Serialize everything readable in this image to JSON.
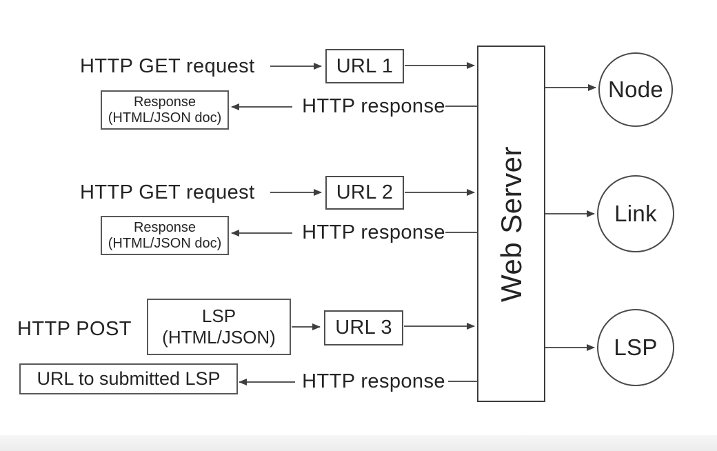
{
  "diagram": {
    "row1": {
      "request": "HTTP GET request",
      "url": "URL 1",
      "response": "HTTP response",
      "response_box": {
        "line1": "Response",
        "line2": "(HTML/JSON doc)"
      }
    },
    "row2": {
      "request": "HTTP GET request",
      "url": "URL 2",
      "response": "HTTP response",
      "response_box": {
        "line1": "Response",
        "line2": "(HTML/JSON doc)"
      }
    },
    "row3": {
      "request": "HTTP POST",
      "payload_box": {
        "line1": "LSP",
        "line2": "(HTML/JSON)"
      },
      "url": "URL 3",
      "response": "HTTP response",
      "result_box": "URL to submitted LSP"
    },
    "server": {
      "label": "Web Server"
    },
    "circles": {
      "node": "Node",
      "link": "Link",
      "lsp": "LSP"
    },
    "colors": {
      "stroke": "#3e3e3e",
      "text": "#242424",
      "background": "#ffffff"
    }
  }
}
